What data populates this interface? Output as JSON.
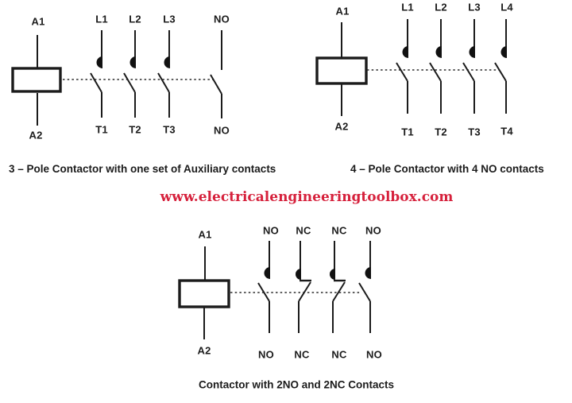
{
  "website": "www.electricalengineeringtoolbox.com",
  "colors": {
    "line": "#1b1b1b",
    "url_red": "#d6213c",
    "background": "#ffffff"
  },
  "diagrams": {
    "three_pole": {
      "caption": "3 – Pole Contactor with one set of Auxiliary contacts",
      "coil": {
        "top": "A1",
        "bottom": "A2"
      },
      "poles": [
        {
          "top": "L1",
          "bottom": "T1",
          "type": "NO main contact"
        },
        {
          "top": "L2",
          "bottom": "T2",
          "type": "NO main contact"
        },
        {
          "top": "L3",
          "bottom": "T3",
          "type": "NO main contact"
        },
        {
          "top": "NO",
          "bottom": "NO",
          "type": "NO auxiliary contact"
        }
      ]
    },
    "four_pole": {
      "caption": "4 – Pole Contactor with 4 NO contacts",
      "coil": {
        "top": "A1",
        "bottom": "A2"
      },
      "poles": [
        {
          "top": "L1",
          "bottom": "T1",
          "type": "NO main contact"
        },
        {
          "top": "L2",
          "bottom": "T2",
          "type": "NO main contact"
        },
        {
          "top": "L3",
          "bottom": "T3",
          "type": "NO main contact"
        },
        {
          "top": "L4",
          "bottom": "T4",
          "type": "NO main contact"
        }
      ]
    },
    "two_no_two_nc": {
      "caption": "Contactor with 2NO and 2NC Contacts",
      "coil": {
        "top": "A1",
        "bottom": "A2"
      },
      "poles": [
        {
          "top": "NO",
          "bottom": "NO",
          "type": "NO contact"
        },
        {
          "top": "NC",
          "bottom": "NC",
          "type": "NC contact"
        },
        {
          "top": "NC",
          "bottom": "NC",
          "type": "NC contact"
        },
        {
          "top": "NO",
          "bottom": "NO",
          "type": "NO contact"
        }
      ]
    }
  }
}
